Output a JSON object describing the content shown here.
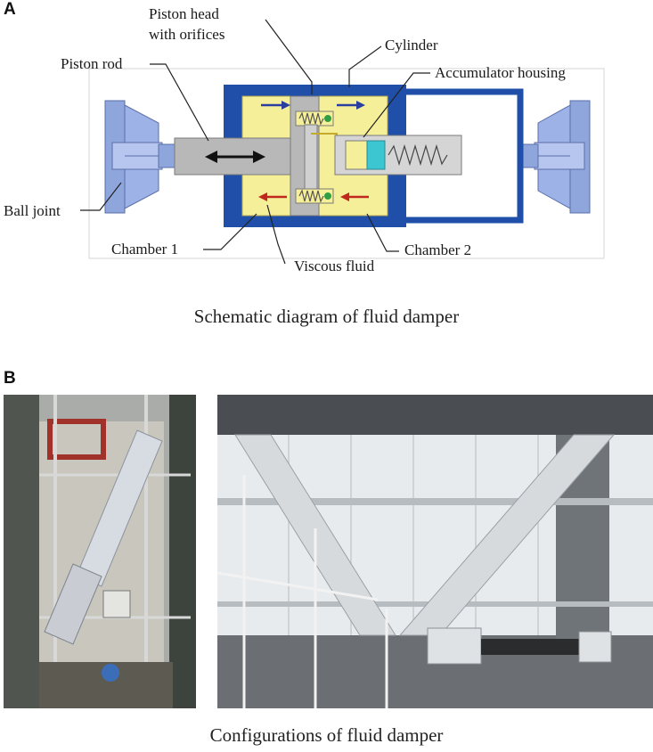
{
  "panel_a": {
    "letter": "A",
    "labels": {
      "piston_head_line1": "Piston head",
      "piston_head_line2": "with orifices",
      "cylinder": "Cylinder",
      "piston_rod": "Piston rod",
      "accumulator_housing": "Accumulator housing",
      "ball_joint": "Ball joint",
      "chamber_1": "Chamber 1",
      "chamber_2": "Chamber 2",
      "viscous_fluid": "Viscous fluid"
    },
    "caption": "Schematic diagram of fluid damper",
    "colors": {
      "cylinder_blue": "#1f4fa8",
      "fluid_yellow": "#f6ef9a",
      "rod_gray": "#b8b8b8",
      "joint_blue": "#8fa6dd",
      "accumulator_cyan": "#3cc6d2",
      "arrow_blue": "#2a3ea0",
      "arrow_red": "#c0281e",
      "orifice_green": "#2ea043"
    }
  },
  "panel_b": {
    "letter": "B",
    "caption": "Configurations of fluid damper"
  }
}
